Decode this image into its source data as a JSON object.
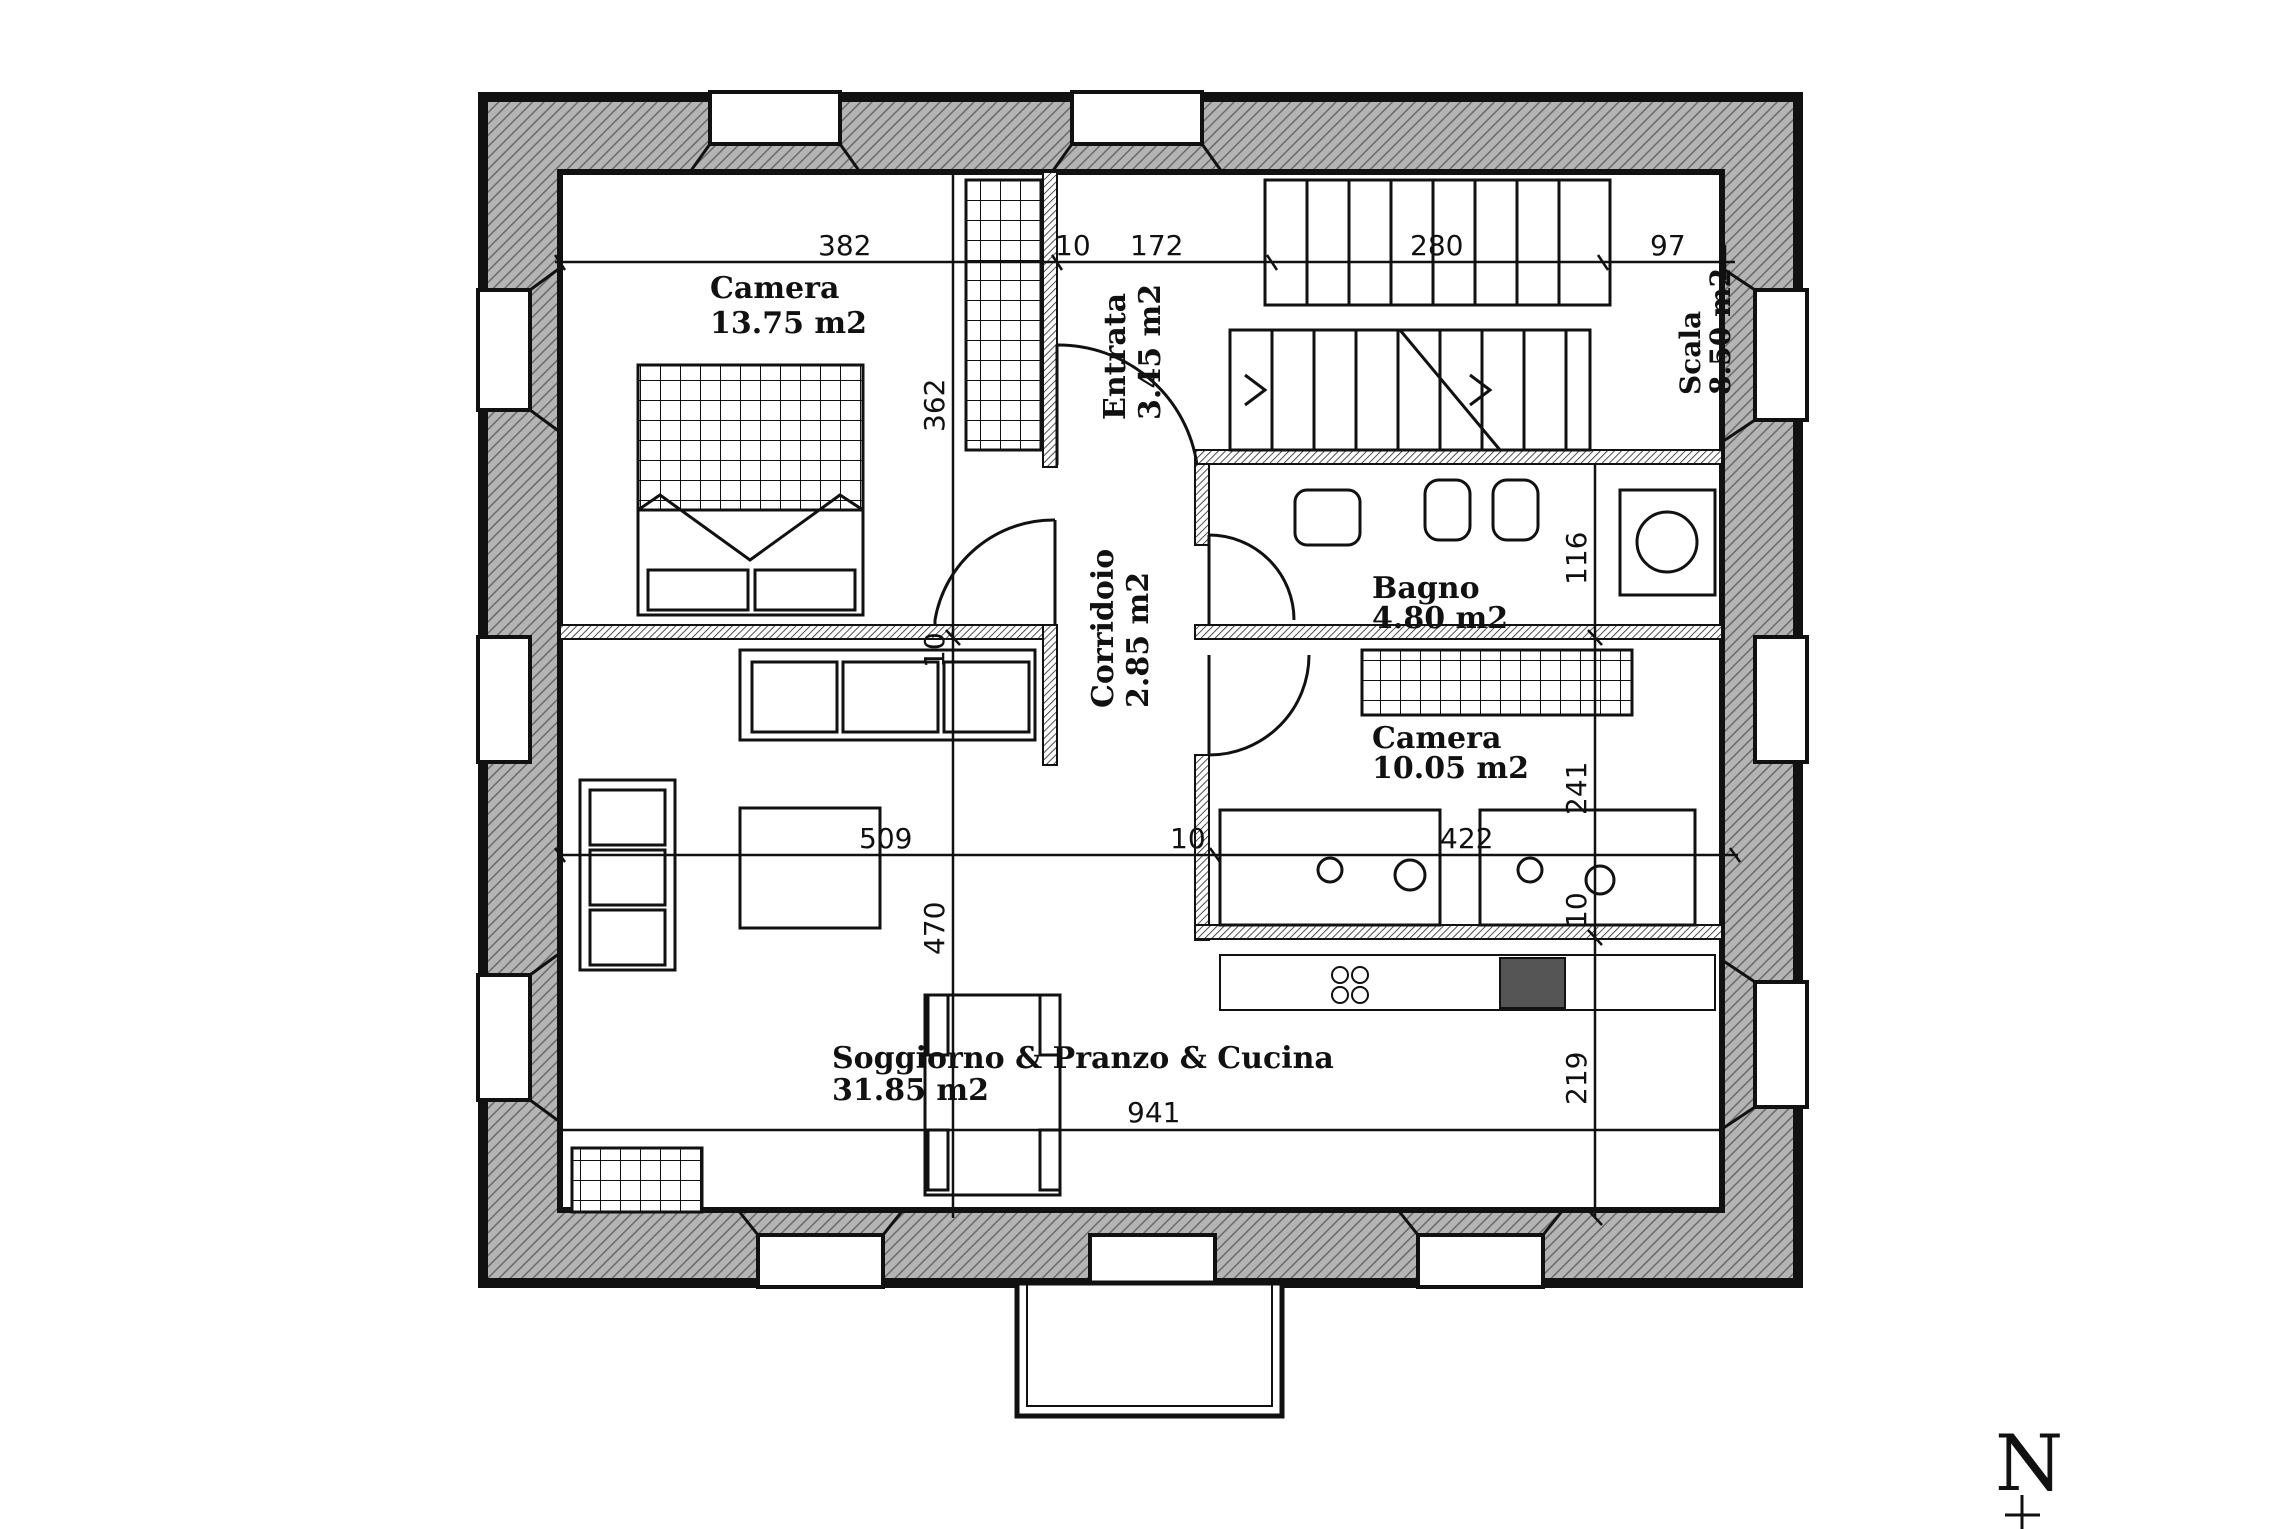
{
  "rooms": {
    "camera1": {
      "name": "Camera",
      "area": "13.75  m2"
    },
    "entrata": {
      "name": "Entrata",
      "area": "3.45 m2"
    },
    "scala": {
      "name": "Scala",
      "area": "8.50 m2"
    },
    "corridoio": {
      "name": "Corridoio",
      "area": "2.85  m2"
    },
    "bagno": {
      "name": "Bagno",
      "area": "4.80  m2"
    },
    "camera2": {
      "name": "Camera",
      "area": "10.05  m2"
    },
    "soggiorno": {
      "name": "Soggiorno & Pranzo & Cucina",
      "area": "31.85  m2"
    }
  },
  "dimensions": {
    "d382": "382",
    "d10a": "10",
    "d172": "172",
    "d280": "280",
    "d97": "97",
    "d362": "362",
    "d10b": "10",
    "d116": "116",
    "d509": "509",
    "d10c": "10",
    "d422": "422",
    "d241": "241",
    "d470": "470",
    "d10d": "10",
    "d219": "219",
    "d941": "941"
  },
  "compass": {
    "label": "N"
  },
  "colors": {
    "wall_hatch": "#9a9a9a",
    "line": "#111111",
    "background": "#ffffff"
  }
}
